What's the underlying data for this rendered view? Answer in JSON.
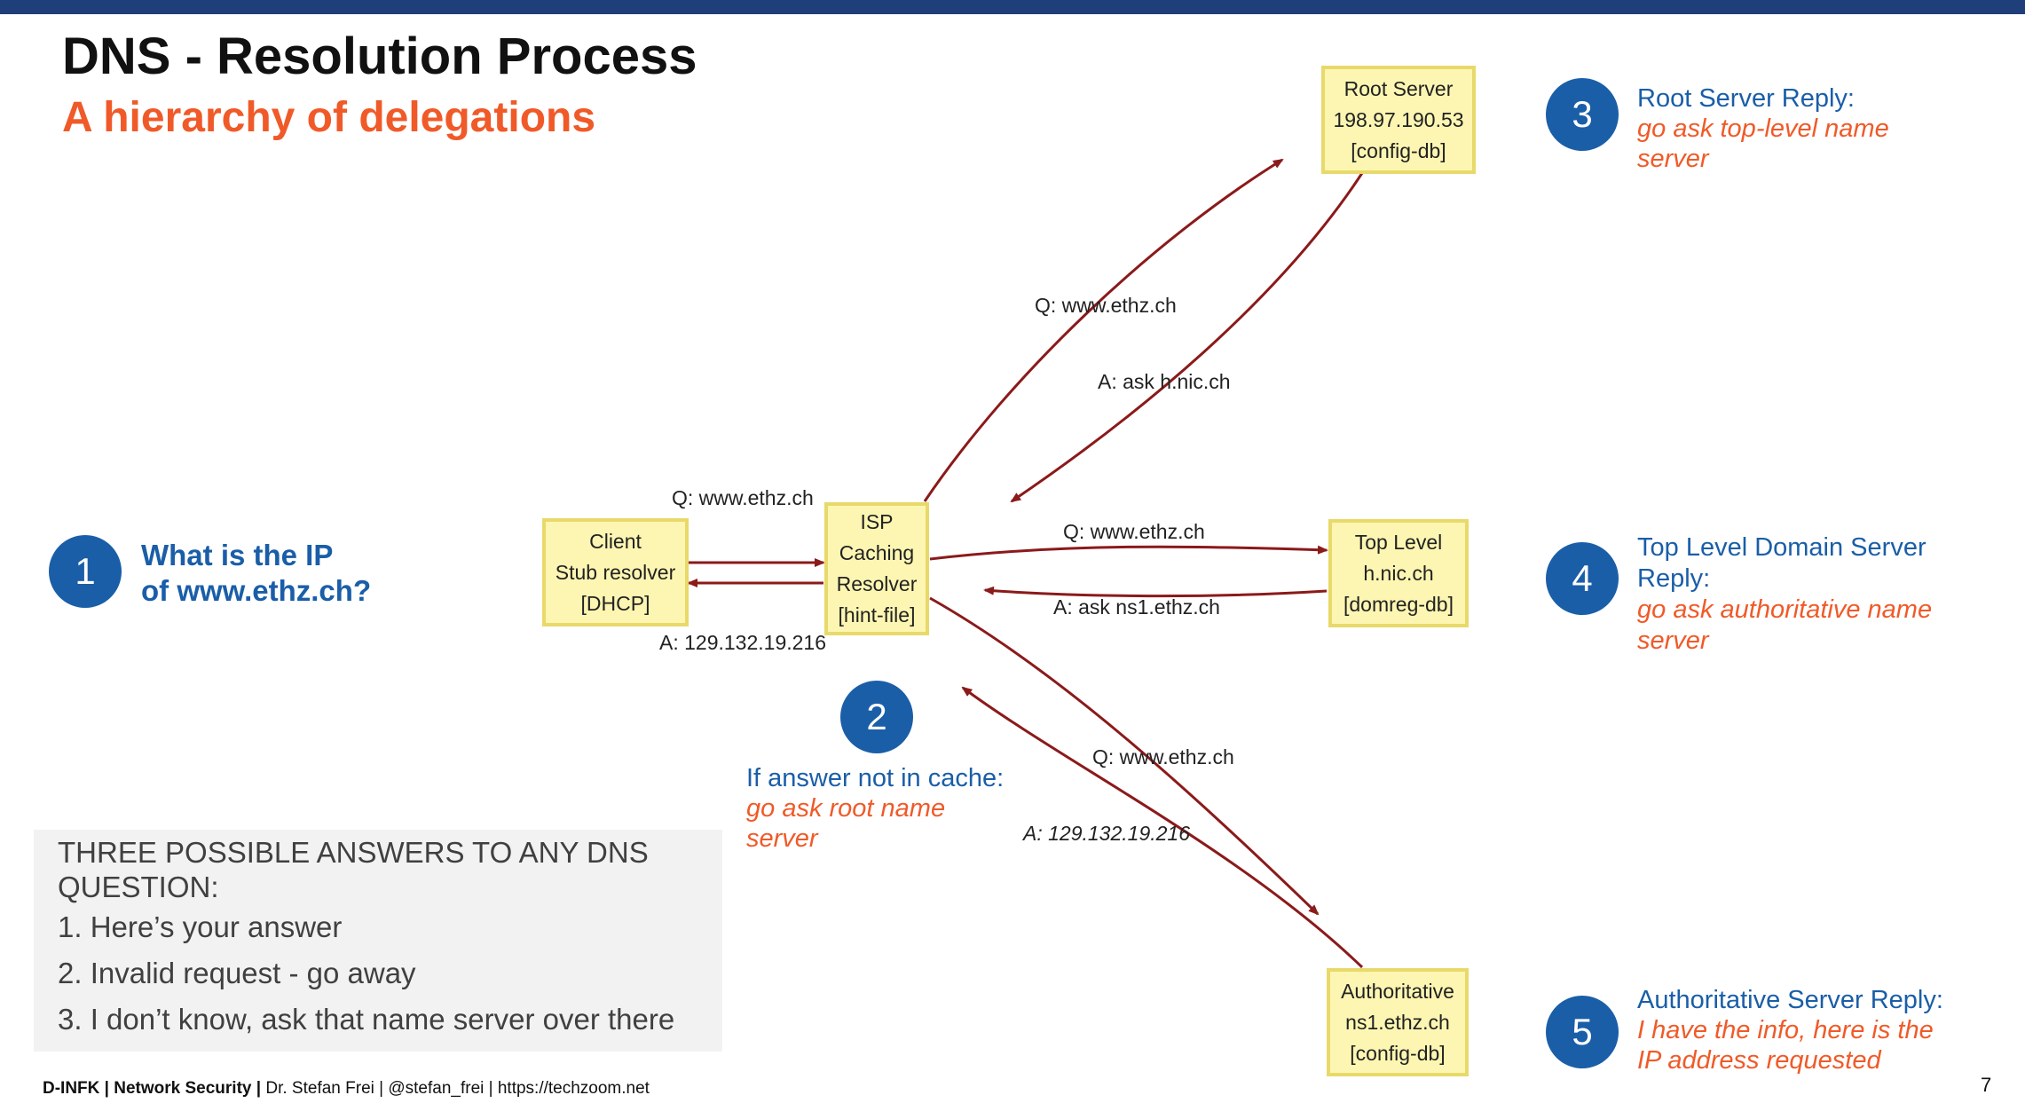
{
  "slide": {
    "title": "DNS - Resolution Process",
    "subtitle": "A hierarchy of delegations",
    "page_number": "7"
  },
  "nodes": {
    "client": [
      "Client",
      "Stub resolver",
      "[DHCP]"
    ],
    "isp": [
      "ISP",
      "Caching",
      "Resolver",
      "[hint-file]"
    ],
    "root": [
      "Root Server",
      "198.97.190.53",
      "[config-db]"
    ],
    "tld": [
      "Top Level",
      "h.nic.ch",
      "[domreg-db]"
    ],
    "auth": [
      "Authoritative",
      "ns1.ethz.ch",
      "[config-db]"
    ]
  },
  "edges": {
    "client_q": "Q: www.ethz.ch",
    "client_a": "A: 129.132.19.216",
    "root_q": "Q: www.ethz.ch",
    "root_a": "A: ask h.nic.ch",
    "tld_q": "Q: www.ethz.ch",
    "tld_a": "A: ask ns1.ethz.ch",
    "auth_q": "Q: www.ethz.ch",
    "auth_a": "A: 129.132.19.216"
  },
  "steps": [
    {
      "number": "1",
      "lines": [
        "What is the IP",
        "of www.ethz.ch?"
      ]
    },
    {
      "number": "2",
      "heading": "If answer not in cache:",
      "detail": [
        "go ask root name",
        "server"
      ]
    },
    {
      "number": "3",
      "heading": "Root Server Reply:",
      "detail": [
        "go ask top-level name",
        "server"
      ]
    },
    {
      "number": "4",
      "heading": [
        "Top Level Domain Server",
        "Reply:"
      ],
      "detail": [
        "go ask authoritative name",
        "server"
      ]
    },
    {
      "number": "5",
      "heading": "Authoritative Server Reply:",
      "detail": [
        "I have the info, here is the",
        "IP address requested"
      ]
    }
  ],
  "answers_box": {
    "heading": "THREE POSSIBLE ANSWERS TO ANY DNS QUESTION:",
    "items": [
      "1. Here’s your answer",
      "2. Invalid request - go away",
      "3. I don’t know, ask that name server over there"
    ]
  },
  "footer": {
    "org": "D-INFK",
    "sep1": " | ",
    "course": "Network Security",
    "sep2": " | ",
    "rest": "Dr. Stefan Frei | @stefan_frei | https://techzoom.net"
  },
  "colors": {
    "top_bar": "#1f3f7a",
    "accent_orange": "#f05a28",
    "accent_blue": "#1a5ea8",
    "arrow": "#8b1a1a",
    "node_fill": "#fdf6b2",
    "node_border": "#e8d96a"
  }
}
